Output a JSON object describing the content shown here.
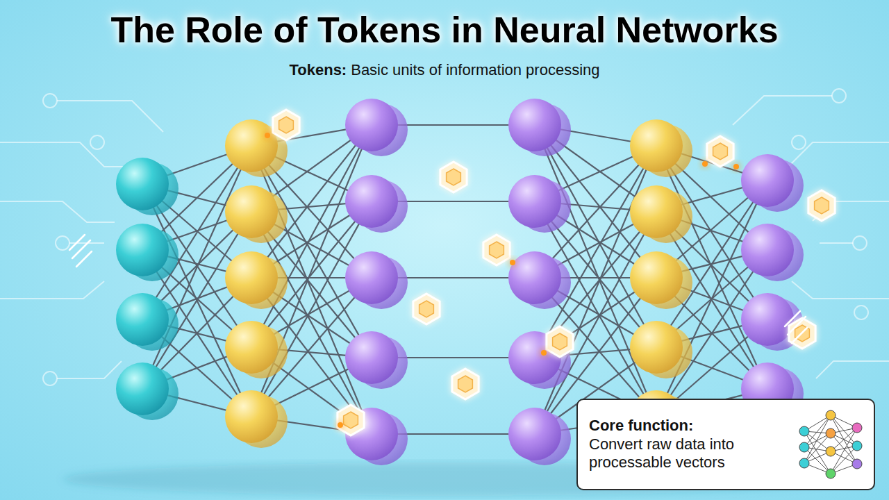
{
  "diagram": {
    "title": "The Role of Tokens in Neural Networks",
    "nodes": [
      {
        "text": [
          "Core function:",
          "Convert raw data into processable vectors"
        ]
      }
    ],
    "labels": [
      "Tokens:",
      "Basic units of information processing"
    ]
  }
}
